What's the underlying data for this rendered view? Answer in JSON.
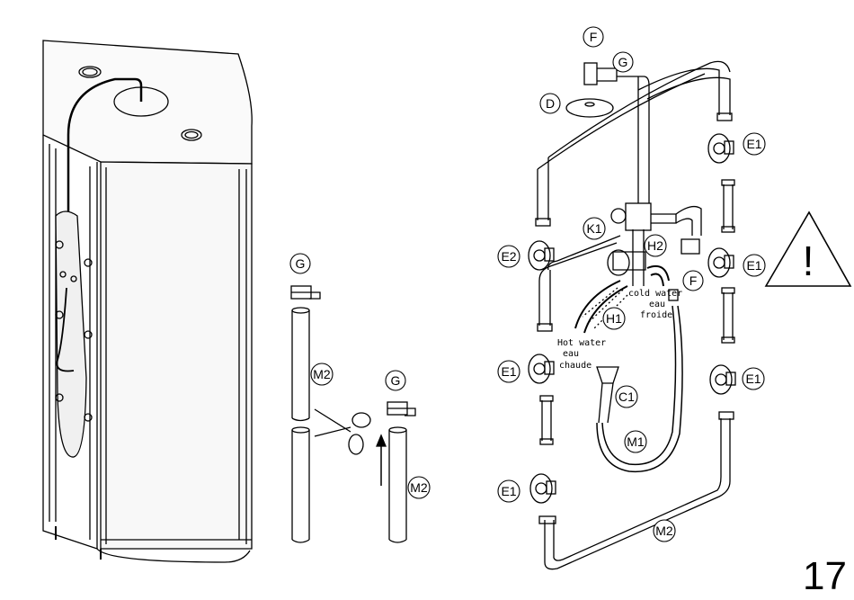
{
  "labels": {
    "F": "F",
    "G": "G",
    "D": "D",
    "E1": "E1",
    "E2": "E2",
    "K1": "K1",
    "H1": "H1",
    "H2": "H2",
    "C1": "C1",
    "M1": "M1",
    "M2": "M2"
  },
  "notes": {
    "cold_1": "cold water",
    "cold_2": "eau",
    "cold_3": "froide",
    "hot_1": "Hot water",
    "hot_2": "eau",
    "hot_3": "chaude"
  },
  "warning_symbol": "!",
  "page_number": "17",
  "colors": {
    "line": "#000000",
    "panel": "#f4f4f4",
    "background": "#ffffff"
  }
}
